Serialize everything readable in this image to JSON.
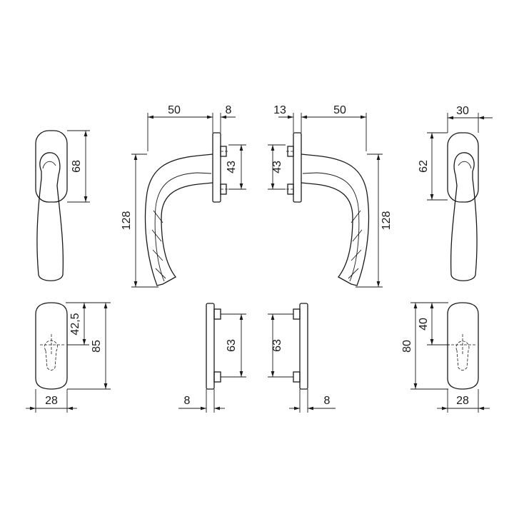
{
  "dimensions": {
    "left_front_top_height": "68",
    "left_side_depth": "50",
    "left_side_plate": "8",
    "left_side_pin_spacing": "43",
    "left_side_height": "128",
    "left_front_bottom_axis": "42,5",
    "left_front_bottom_height": "85",
    "left_front_bottom_width": "28",
    "left_plate_pin_spacing": "63",
    "left_plate_thickness": "8",
    "right_side_offset": "13",
    "right_side_depth": "50",
    "right_side_pin_spacing": "43",
    "right_side_height": "128",
    "right_front_top_width": "30",
    "right_front_top_height": "62",
    "right_plate_pin_spacing": "63",
    "right_plate_thickness": "8",
    "right_front_bottom_axis": "40",
    "right_front_bottom_height": "80",
    "right_front_bottom_width": "28"
  }
}
